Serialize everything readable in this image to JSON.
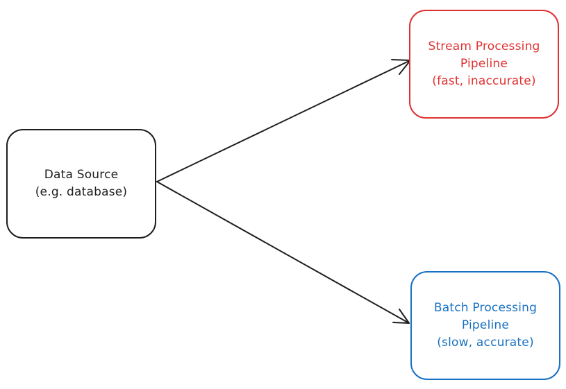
{
  "colors": {
    "source": "#1e1e1e",
    "stream": "#e03131",
    "batch": "#1971c2",
    "edge": "#1e1e1e"
  },
  "nodes": {
    "source": {
      "line1": "Data Source",
      "line2": "(e.g. database)"
    },
    "stream": {
      "line1": "Stream Processing",
      "line2": "Pipeline",
      "line3": "(fast, inaccurate)"
    },
    "batch": {
      "line1": "Batch Processing",
      "line2": "Pipeline",
      "line3": "(slow, accurate)"
    }
  },
  "edges": [
    {
      "from": "source",
      "to": "stream"
    },
    {
      "from": "source",
      "to": "batch"
    }
  ]
}
